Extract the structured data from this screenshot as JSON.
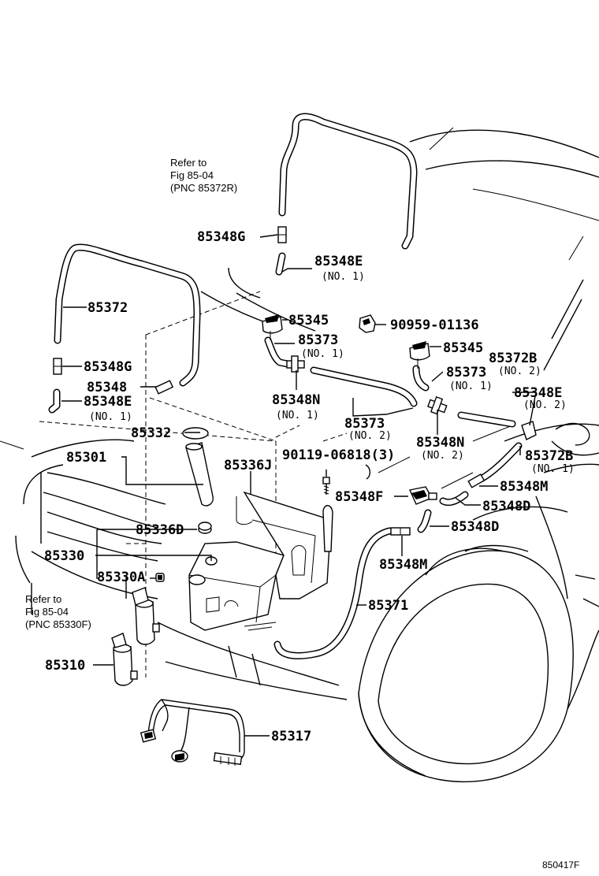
{
  "figure_code": "850417F",
  "refs": [
    {
      "line1": "Refer to",
      "line2": "Fig 85-04",
      "line3": "(PNC 85372R)"
    },
    {
      "line1": "Refer to",
      "line2": "Fig  85-04",
      "line3": "(PNC 85330F)"
    }
  ],
  "parts": {
    "p85348G_top": "85348G",
    "p85348E_top": "85348E",
    "p85348E_top_sub": "(NO. 1)",
    "p85372": "85372",
    "p85345_a": "85345",
    "p90959": "90959-01136",
    "p85373_a": "85373",
    "p85373_a_sub": "(NO. 1)",
    "p85348G_left": "85348G",
    "p85345_b": "85345",
    "p85372B_top": "85372B",
    "p85372B_top_sub": "(NO. 2)",
    "p85373_b": "85373",
    "p85373_b_sub": "(NO. 1)",
    "p85348": "85348",
    "p85348N_a": "85348N",
    "p85348N_a_sub": "(NO. 1)",
    "p85348E_right": "85348E",
    "p85348E_right_sub": "(NO. 2)",
    "p85348E_left": "85348E",
    "p85348E_left_sub": "(NO. 1)",
    "p85373_c": "85373",
    "p85373_c_sub": "(NO. 2)",
    "p85332": "85332",
    "p85348N_b": "85348N",
    "p85348N_b_sub": "(NO. 2)",
    "p85301": "85301",
    "p90119": "90119-06818(3)",
    "p85372B_right": "85372B",
    "p85372B_right_sub": "(NO. 1)",
    "p85336J": "85336J",
    "p85348M_a": "85348M",
    "p85348F": "85348F",
    "p85348D_a": "85348D",
    "p85336D": "85336D",
    "p85348D_b": "85348D",
    "p85330": "85330",
    "p85348M_b": "85348M",
    "p85330A": "85330A",
    "p85371": "85371",
    "p85310": "85310",
    "p85317": "85317"
  }
}
